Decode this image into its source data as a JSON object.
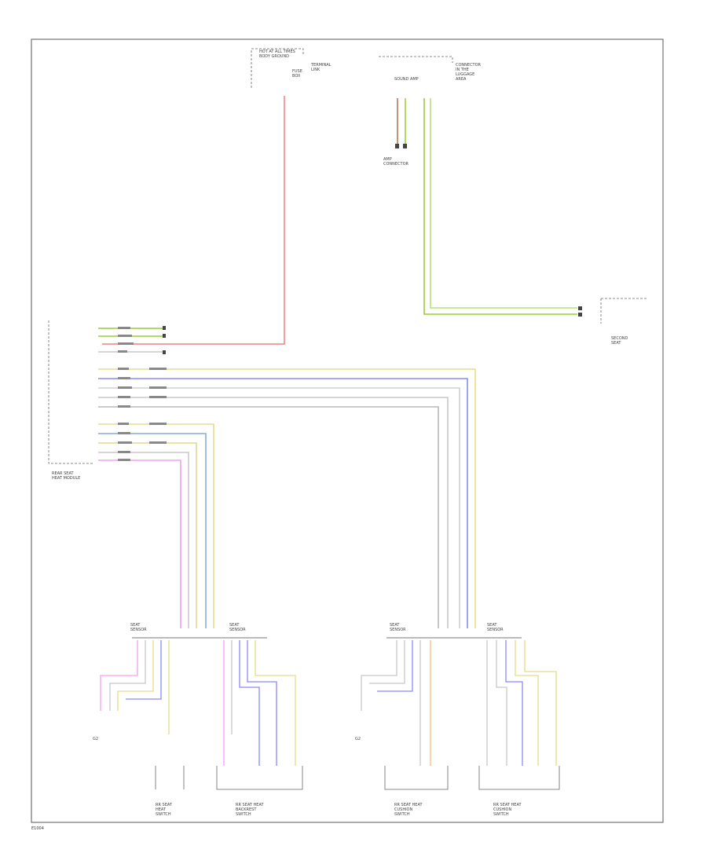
{
  "diagram": {
    "labels": {
      "fuse_block": "HOT AT ALL TIMES\nBODY GROUND",
      "fuse_desc": "FUSE\nBOX",
      "splice_desc": "TERMINAL\nLINK",
      "top_right_conn": "CONNECTOR\nIN THE\nLUGGAGE\nAREA",
      "amp_conn": "SOUND AMP",
      "amp_desc": "AMP\nCONNECTOR",
      "right_module": "SECOND\nSEAT",
      "heat_module": "REAR SEAT\nHEAT MODULE",
      "left_gnd": "G2",
      "right_gnd": "G2",
      "sensor_1": "SEAT\nSENSOR",
      "sensor_2": "SEAT\nSENSOR",
      "sensor_3": "SEAT\nSENSOR",
      "sensor_4": "SEAT\nSENSOR",
      "switch_1": "RR SEAT\nHEAT\nSWITCH",
      "switch_2": "RR SEAT HEAT\nBACKREST\nSWITCH",
      "switch_3": "RR SEAT HEAT\nCUSHION\nSWITCH",
      "switch_4": "RR SEAT HEAT\nCUSHION\nSWITCH"
    },
    "wire_colors": {
      "red": "#f08080",
      "green": "#9acd32",
      "light_green": "#b8e07a",
      "yellow": "#e8dc8a",
      "blue": "#8888ff",
      "gray": "#c8c8c8",
      "pink": "#f0a0f0",
      "orange": "#f0c070",
      "brown": "#b07050"
    },
    "footer": "E1004"
  }
}
